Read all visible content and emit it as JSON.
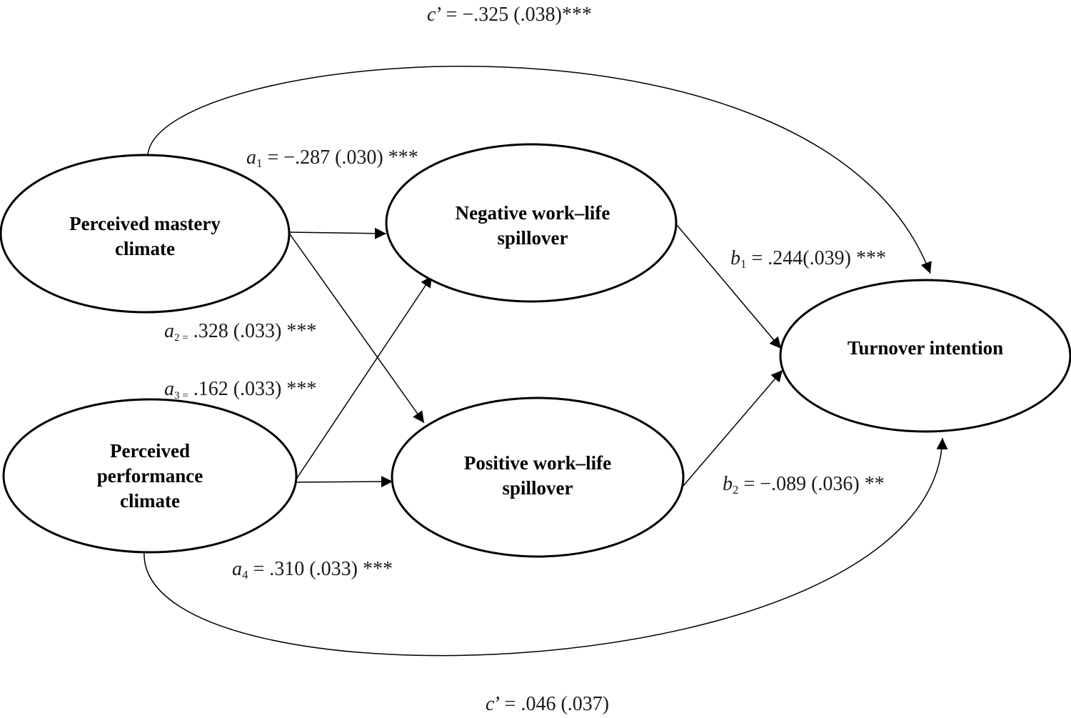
{
  "nodes": {
    "mastery": {
      "lines": [
        "Perceived mastery",
        "climate"
      ]
    },
    "performance": {
      "lines": [
        "Perceived",
        "performance",
        "climate"
      ]
    },
    "negative": {
      "lines": [
        "Negative work–life",
        "spillover"
      ]
    },
    "positive": {
      "lines": [
        "Positive work–life",
        "spillover"
      ]
    },
    "turnover": {
      "lines": [
        "Turnover intention"
      ]
    }
  },
  "paths": {
    "c_top": {
      "symbol": "c",
      "subscript": "",
      "rest": "’ = −.325 (.038)***"
    },
    "a1": {
      "symbol": "a",
      "subscript": "1",
      "rest": " = −.287 (.030) ***"
    },
    "a2": {
      "symbol": "a",
      "subscript": "2 =",
      "rest": " .328 (.033) ***"
    },
    "a3": {
      "symbol": "a",
      "subscript": "3 =",
      "rest": " .162 (.033) ***"
    },
    "a4": {
      "symbol": "a",
      "subscript": "4",
      "rest": " = .310 (.033) ***"
    },
    "b1": {
      "symbol": "b",
      "subscript": "1",
      "rest": " = .244(.039) ***"
    },
    "b2": {
      "symbol": "b",
      "subscript": "2",
      "rest": " = −.089 (.036) **"
    },
    "c_bottom": {
      "symbol": "c",
      "subscript": "",
      "rest": "’ = .046 (.037)"
    }
  }
}
